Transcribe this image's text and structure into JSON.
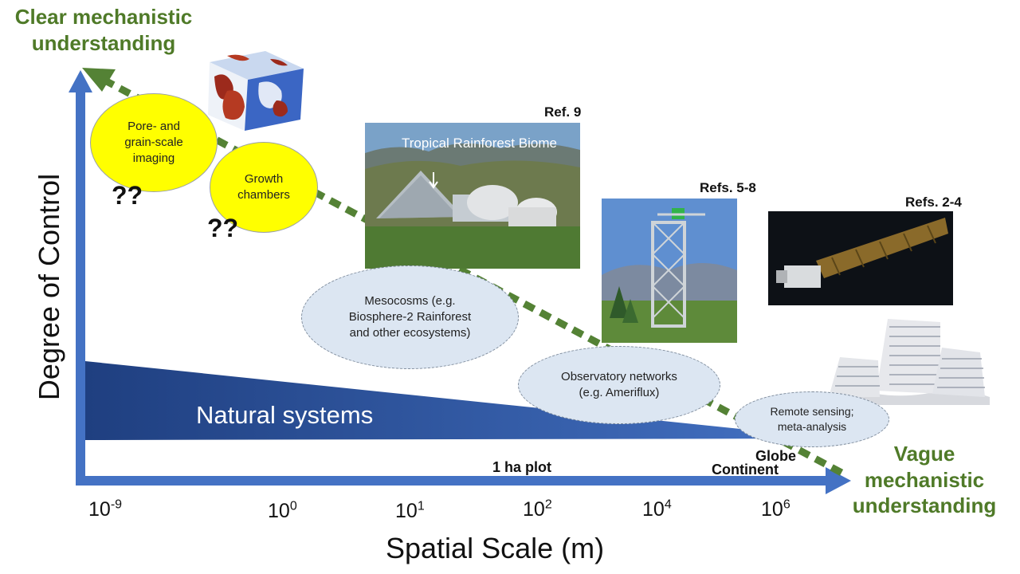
{
  "titles": {
    "clear": "Clear mechanistic understanding",
    "vague": "Vague mechanistic understanding"
  },
  "axes": {
    "y_label": "Degree of Control",
    "x_label": "Spatial Scale (m)",
    "ticks": [
      {
        "base": "10",
        "exp": "-9"
      },
      {
        "base": "10",
        "exp": "0"
      },
      {
        "base": "10",
        "exp": "1"
      },
      {
        "base": "10",
        "exp": "2"
      },
      {
        "base": "10",
        "exp": "4"
      },
      {
        "base": "10",
        "exp": "6"
      }
    ]
  },
  "scale_labels": {
    "ha_plot": "1 ha plot",
    "globe": "Globe",
    "continent": "Continent"
  },
  "natural_systems": "Natural systems",
  "ellipses": {
    "pore": [
      "Pore- and",
      "grain-scale",
      "imaging"
    ],
    "growth": [
      "Growth",
      "chambers"
    ],
    "meso": [
      "Mesocosms (e.g.",
      "Biosphere-2 Rainforest",
      "and other ecosystems)"
    ],
    "obs": [
      "Observatory networks",
      "(e.g. Ameriflux)"
    ],
    "remote": [
      "Remote sensing;",
      "meta-analysis"
    ]
  },
  "question_marks": [
    "??",
    "??"
  ],
  "refs": {
    "ref9": "Ref. 9",
    "ref5": "Refs. 5-8",
    "ref2": "Refs. 2-4"
  },
  "photo_captions": {
    "biosphere": "Tropical Rainforest Biome"
  },
  "colors": {
    "axis_blue": "#4472c4",
    "natural_dark": "#1f3f80",
    "natural_light": "#4472c4",
    "trend_green": "#548235",
    "title_green": "#4f7a28",
    "yellow_ellipse": "#ffff00",
    "blue_ellipse": "#dce6f2"
  },
  "icons": {
    "soil_cube": "soil-pore-cube-image",
    "biosphere": "biosphere-2-photo",
    "tower": "flux-tower-illustration",
    "satellite": "satellite-photo",
    "papers": "paper-stack-image"
  }
}
